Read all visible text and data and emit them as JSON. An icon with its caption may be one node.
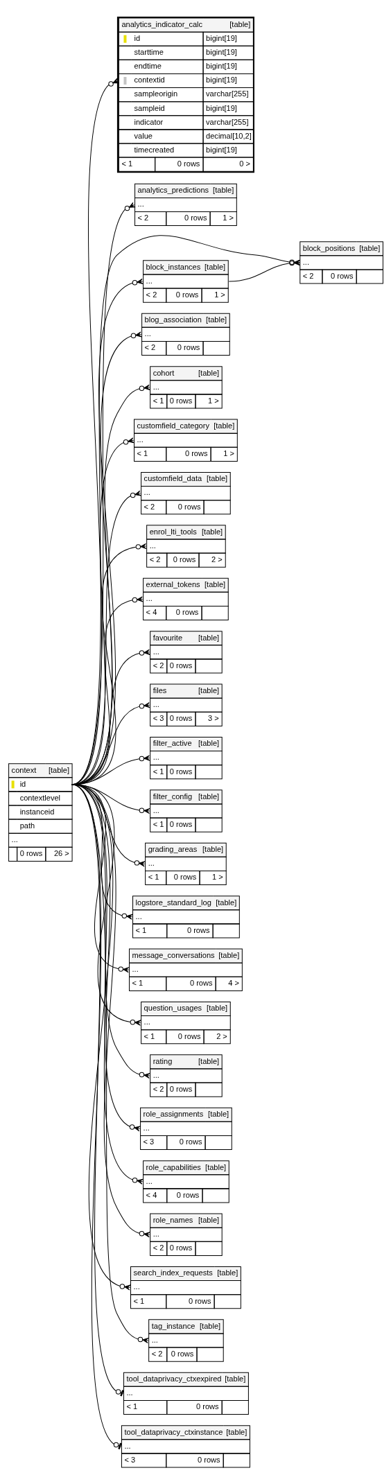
{
  "diagram": {
    "nodes": [
      {
        "text": [
          "analytics_indicator_calc",
          "[table]",
          "id",
          "bigint[19]",
          "starttime",
          "bigint[19]",
          "endtime",
          "bigint[19]",
          "contextid",
          "bigint[19]",
          "sampleorigin",
          "varchar[255]",
          "sampleid",
          "bigint[19]",
          "indicator",
          "varchar[255]",
          "value",
          "decimal[10,2]",
          "timecreated",
          "bigint[19]",
          "< 1",
          "0 rows",
          "0 >"
        ]
      },
      {
        "text": [
          "analytics_predictions",
          "[table]",
          "...",
          "< 2",
          "0 rows",
          "1 >"
        ]
      },
      {
        "text": [
          "block_positions",
          "[table]",
          "...",
          "< 2",
          "0 rows"
        ]
      },
      {
        "text": [
          "block_instances",
          "[table]",
          "...",
          "< 2",
          "0 rows",
          "1 >"
        ]
      },
      {
        "text": [
          "blog_association",
          "[table]",
          "...",
          "< 2",
          "0 rows"
        ]
      },
      {
        "text": [
          "cohort",
          "[table]",
          "...",
          "< 1",
          "0 rows",
          "1 >"
        ]
      },
      {
        "text": [
          "customfield_category",
          "[table]",
          "...",
          "< 1",
          "0 rows",
          "1 >"
        ]
      },
      {
        "text": [
          "customfield_data",
          "[table]",
          "...",
          "< 2",
          "0 rows"
        ]
      },
      {
        "text": [
          "enrol_lti_tools",
          "[table]",
          "...",
          "< 2",
          "0 rows",
          "2 >"
        ]
      },
      {
        "text": [
          "external_tokens",
          "[table]",
          "...",
          "< 4",
          "0 rows"
        ]
      },
      {
        "text": [
          "favourite",
          "[table]",
          "...",
          "< 2",
          "0 rows"
        ]
      },
      {
        "text": [
          "files",
          "[table]",
          "...",
          "< 3",
          "0 rows",
          "3 >"
        ]
      },
      {
        "text": [
          "filter_active",
          "[table]",
          "...",
          "< 1",
          "0 rows"
        ]
      },
      {
        "text": [
          "context",
          "[table]",
          "id",
          "contextlevel",
          "instanceid",
          "path",
          "...",
          "0 rows",
          "26 >"
        ]
      },
      {
        "text": [
          "filter_config",
          "[table]",
          "...",
          "< 1",
          "0 rows"
        ]
      },
      {
        "text": [
          "grading_areas",
          "[table]",
          "...",
          "< 1",
          "0 rows",
          "1 >"
        ]
      },
      {
        "text": [
          "logstore_standard_log",
          "[table]",
          "...",
          "< 1",
          "0 rows"
        ]
      },
      {
        "text": [
          "message_conversations",
          "[table]",
          "...",
          "< 1",
          "0 rows",
          "4 >"
        ]
      },
      {
        "text": [
          "question_usages",
          "[table]",
          "...",
          "< 1",
          "0 rows",
          "2 >"
        ]
      },
      {
        "text": [
          "rating",
          "[table]",
          "...",
          "< 2",
          "0 rows"
        ]
      },
      {
        "text": [
          "role_assignments",
          "[table]",
          "...",
          "< 3",
          "0 rows"
        ]
      },
      {
        "text": [
          "role_capabilities",
          "[table]",
          "...",
          "< 4",
          "0 rows"
        ]
      },
      {
        "text": [
          "role_names",
          "[table]",
          "...",
          "< 2",
          "0 rows"
        ]
      },
      {
        "text": [
          "search_index_requests",
          "[table]",
          "...",
          "< 1",
          "0 rows"
        ]
      },
      {
        "text": [
          "tag_instance",
          "[table]",
          "...",
          "< 2",
          "0 rows"
        ]
      },
      {
        "text": [
          "tool_dataprivacy_ctxexpired",
          "[table]",
          "...",
          "< 1",
          "0 rows"
        ]
      },
      {
        "text": [
          "tool_dataprivacy_ctxinstance",
          "[table]",
          "...",
          "< 3",
          "0 rows"
        ]
      }
    ],
    "edges": [
      {
        "from": 13,
        "to": 0,
        "arrow": "other"
      },
      {
        "from": 13,
        "to": 1,
        "arrow": "other"
      },
      {
        "from": 13,
        "to": 2,
        "arrow": "other"
      },
      {
        "from": 3,
        "to": 2,
        "arrow": "other"
      },
      {
        "from": 13,
        "to": 3,
        "arrow": "other"
      },
      {
        "from": 13,
        "to": 4,
        "arrow": "other"
      },
      {
        "from": 13,
        "to": 5,
        "arrow": "other"
      },
      {
        "from": 13,
        "to": 6,
        "arrow": "other"
      },
      {
        "from": 13,
        "to": 7,
        "arrow": "other"
      },
      {
        "from": 13,
        "to": 8,
        "arrow": "other"
      },
      {
        "from": 13,
        "to": 9,
        "arrow": "other"
      },
      {
        "from": 13,
        "to": 10,
        "arrow": "other"
      },
      {
        "from": 13,
        "to": 11,
        "arrow": "other"
      },
      {
        "from": 13,
        "to": 12,
        "arrow": "other"
      },
      {
        "from": 13,
        "to": 14,
        "arrow": "other"
      },
      {
        "from": 13,
        "to": 15,
        "arrow": "other"
      },
      {
        "from": 13,
        "to": 16,
        "arrow": "other"
      },
      {
        "from": 13,
        "to": 17,
        "arrow": "other"
      },
      {
        "from": 13,
        "to": 18,
        "arrow": "other"
      },
      {
        "from": 13,
        "to": 19,
        "arrow": "other"
      },
      {
        "from": 13,
        "to": 20,
        "arrow": "other"
      },
      {
        "from": 13,
        "to": 21,
        "arrow": "other"
      },
      {
        "from": 13,
        "to": 22,
        "arrow": "other"
      },
      {
        "from": 13,
        "to": 23,
        "arrow": "other"
      },
      {
        "from": 13,
        "to": 24,
        "arrow": "other"
      },
      {
        "from": 13,
        "to": 25,
        "arrow": "other"
      },
      {
        "from": 13,
        "to": 26,
        "arrow": "other"
      }
    ]
  }
}
